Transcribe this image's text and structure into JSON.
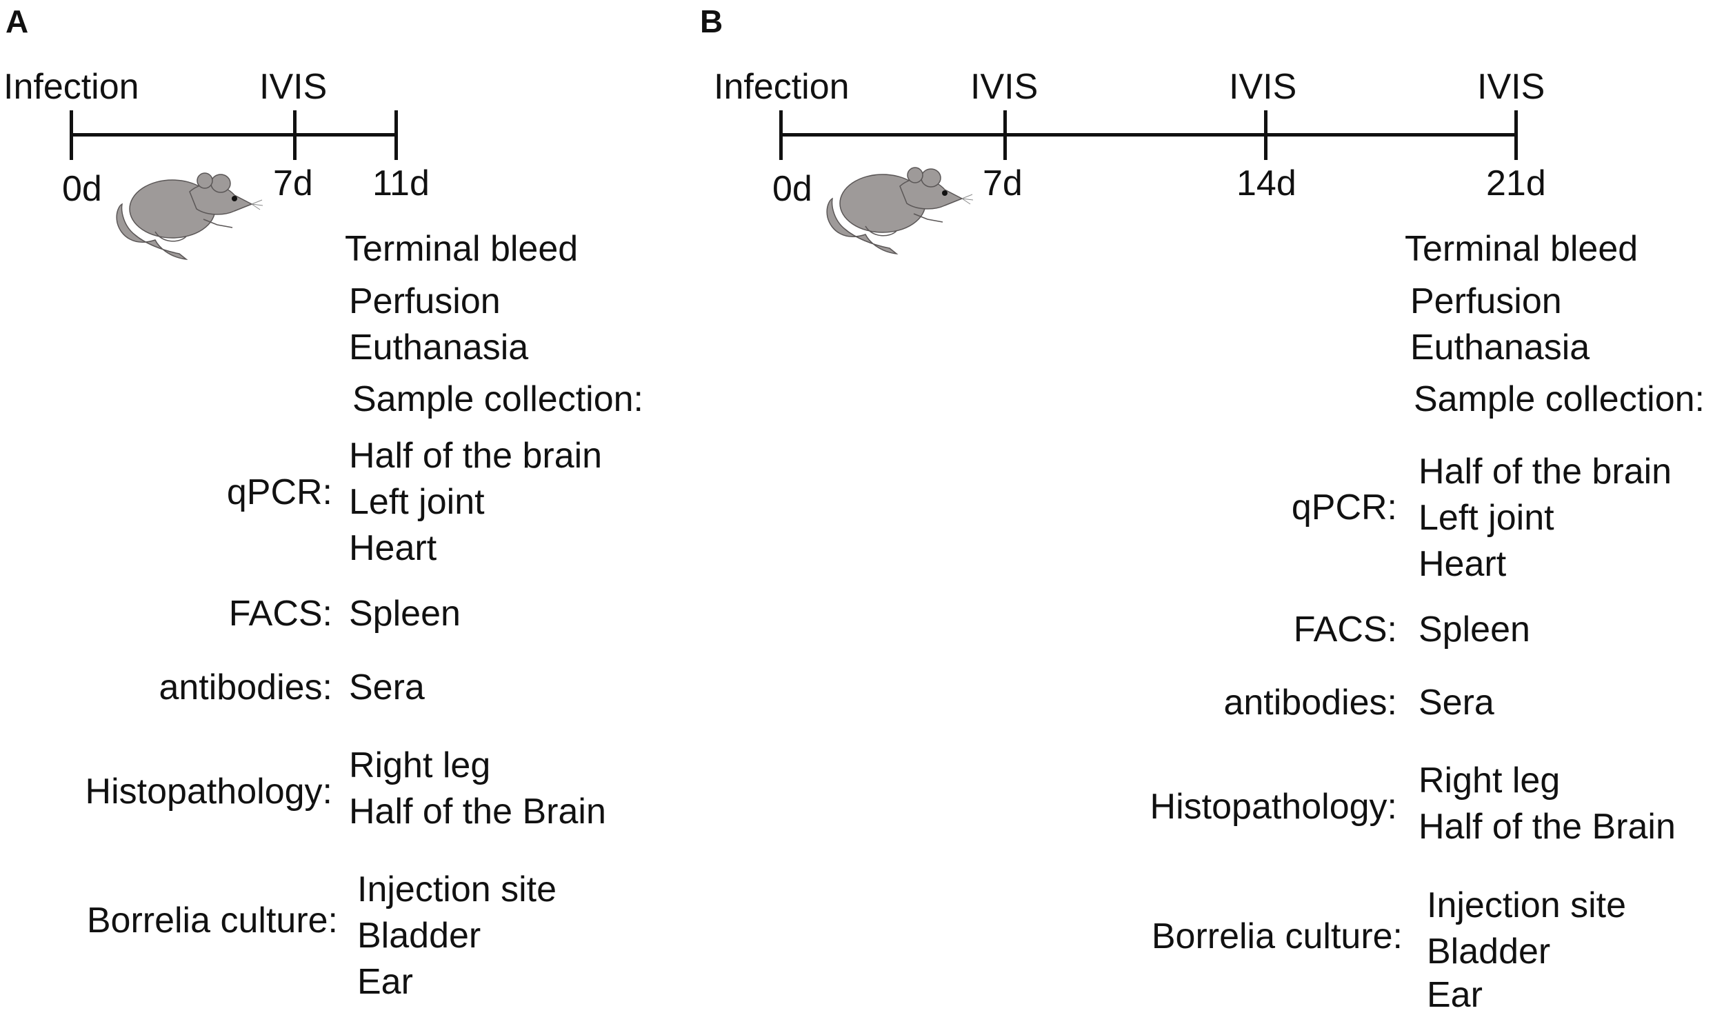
{
  "panel_a": {
    "label": "A",
    "events": [
      "Infection",
      "IVIS"
    ],
    "days": [
      "0d",
      "7d",
      "11d"
    ],
    "terminal": [
      "Terminal bleed",
      "Perfusion",
      "Euthanasia",
      "Sample collection:"
    ],
    "samples": [
      {
        "label": "qPCR:",
        "items": [
          "Half of the brain",
          "Left joint",
          "Heart"
        ]
      },
      {
        "label": "FACS:",
        "items": [
          "Spleen"
        ]
      },
      {
        "label": "antibodies:",
        "items": [
          "Sera"
        ]
      },
      {
        "label": "Histopathology:",
        "items": [
          "Right leg",
          "Half of the Brain"
        ]
      },
      {
        "label": "Borrelia culture:",
        "items": [
          "Injection site",
          "Bladder",
          "Ear"
        ]
      }
    ]
  },
  "panel_b": {
    "label": "B",
    "events": [
      "Infection",
      "IVIS",
      "IVIS",
      "IVIS"
    ],
    "days": [
      "0d",
      "7d",
      "14d",
      "21d"
    ],
    "terminal": [
      "Terminal bleed",
      "Perfusion",
      "Euthanasia",
      "Sample collection:"
    ],
    "samples": [
      {
        "label": "qPCR:",
        "items": [
          "Half of the brain",
          "Left joint",
          "Heart"
        ]
      },
      {
        "label": "FACS:",
        "items": [
          "Spleen"
        ]
      },
      {
        "label": "antibodies:",
        "items": [
          "Sera"
        ]
      },
      {
        "label": "Histopathology:",
        "items": [
          "Right leg",
          "Half of the Brain"
        ]
      },
      {
        "label": "Borrelia culture:",
        "items": [
          "Injection site",
          "Bladder",
          "Ear"
        ]
      }
    ]
  },
  "colors": {
    "mouse_body": "#9e9a99",
    "mouse_outline": "#5a5656",
    "line": "#111111"
  },
  "icon": "mouse-icon"
}
